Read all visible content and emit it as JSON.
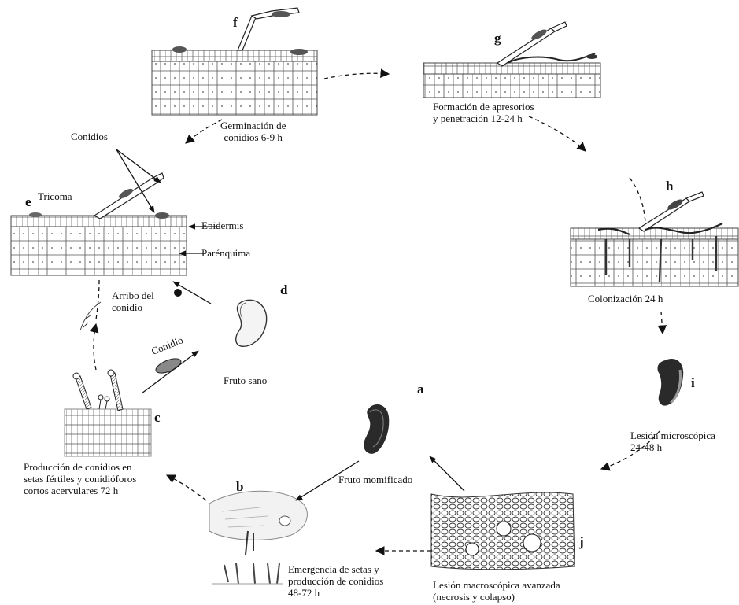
{
  "letters": {
    "a": "a",
    "b": "b",
    "c": "c",
    "d": "d",
    "e": "e",
    "f": "f",
    "g": "g",
    "h": "h",
    "i": "i",
    "j": "j"
  },
  "labels": {
    "conidios": "Conidios",
    "tricoma": "Tricoma",
    "epidermis": "Epidermis",
    "parenquima": "Parénquima",
    "germinacion": [
      "Germinación de",
      "conidios 6-9 h"
    ],
    "formacion": [
      "Formación de apresorios",
      "y penetración 12-24 h"
    ],
    "colonizacion": "Colonización 24 h",
    "lesion_micro": [
      "Lesión microscópica",
      "24-48 h"
    ],
    "lesion_macro": [
      "Lesión macroscópica avanzada",
      "(necrosis y colapso)"
    ],
    "emergencia": [
      "Emergencia de setas y",
      "producción de conidios",
      "48-72 h"
    ],
    "produccion": [
      "Producción de conidios en",
      "setas fértiles y conidióforos",
      "cortos acervulares 72 h"
    ],
    "fruto_momificado": "Fruto momificado",
    "fruto_sano": "Fruto sano",
    "conidio": "Conidio",
    "arribo": [
      "Arribo del",
      "conidio"
    ]
  },
  "colors": {
    "ink": "#111111",
    "tissue": "#444444",
    "fruit_dark": "#2a2a2a",
    "fruit_light": "#d8d8d8",
    "lesion": "#8a8a8a"
  }
}
